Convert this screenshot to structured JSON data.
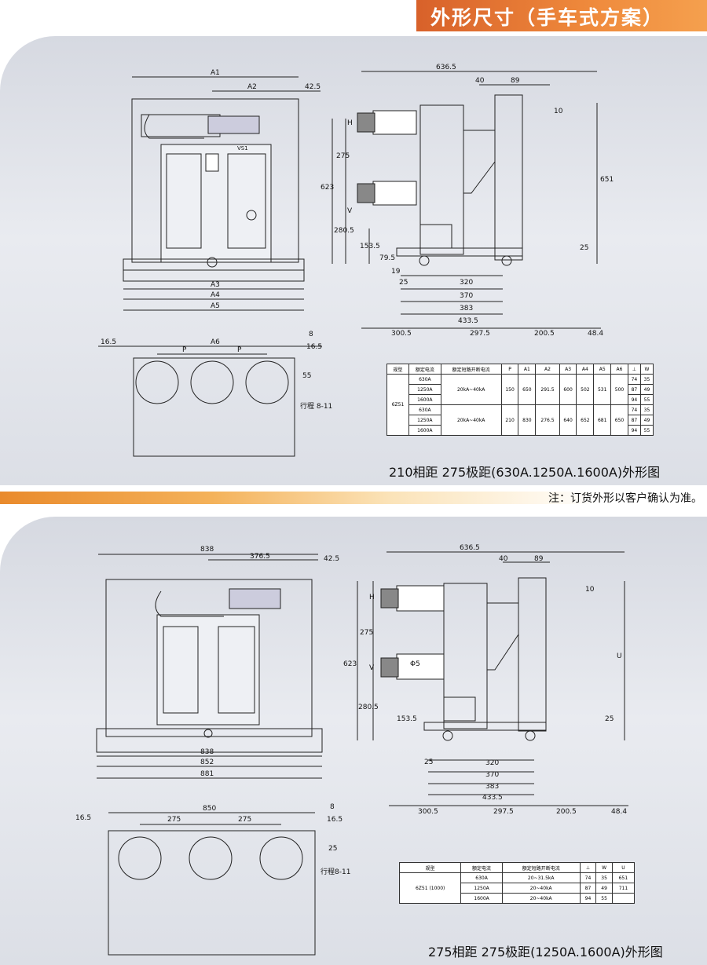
{
  "header": {
    "title": "外形尺寸（手车式方案）"
  },
  "note": "注：订货外形以客户确认为准。",
  "section1": {
    "caption": "210相距 275极距(630A.1250A.1600A)外形图",
    "front": {
      "A1": "A1",
      "A2": "A2",
      "d42": "42.5",
      "A3": "A3",
      "A4": "A4",
      "A5": "A5",
      "brand": "VS1"
    },
    "top": {
      "A6": "A6",
      "P1": "P",
      "P2": "P",
      "d16a": "16.5",
      "d16b": "16.5",
      "d8": "8",
      "d55": "55",
      "note": "行程 8-11"
    },
    "side": {
      "w636": "636.5",
      "d40": "40",
      "d89": "89",
      "d10": "10",
      "d275": "275",
      "d623": "623",
      "d651": "651",
      "d280": "280.5",
      "d153": "153.5",
      "d79": "79.5",
      "d19": "19",
      "d25a": "25",
      "d25b": "25",
      "d320": "320",
      "d370": "370",
      "d383": "383",
      "d433": "433.5",
      "d300": "300.5",
      "d297": "297.5",
      "d200": "200.5",
      "d48": "48.4",
      "H": "H",
      "V": "V"
    },
    "table": {
      "headers": [
        "规型",
        "额定电流",
        "额定短路开断电流",
        "P",
        "A1",
        "A2",
        "A3",
        "A4",
        "A5",
        "A6",
        "⊥",
        "W"
      ],
      "model": "6Z51",
      "rows": [
        [
          "630A",
          "",
          "",
          "",
          "",
          "",
          "",
          "",
          "",
          "74",
          "35"
        ],
        [
          "1250A",
          "20kA~40kA",
          "150",
          "650",
          "291.5",
          "600",
          "502",
          "531",
          "500",
          "87",
          "49"
        ],
        [
          "1600A",
          "",
          "",
          "",
          "",
          "",
          "",
          "",
          "",
          "94",
          "55"
        ],
        [
          "630A",
          "",
          "",
          "",
          "",
          "",
          "",
          "",
          "",
          "74",
          "35"
        ],
        [
          "1250A",
          "20kA~40kA",
          "210",
          "830",
          "276.5",
          "640",
          "652",
          "681",
          "650",
          "87",
          "49"
        ],
        [
          "1600A",
          "",
          "",
          "",
          "",
          "",
          "",
          "",
          "",
          "94",
          "55"
        ]
      ]
    }
  },
  "section2": {
    "caption": "275相距 275极距(1250A.1600A)外形图",
    "front": {
      "w838": "838",
      "d376": "376.5",
      "d42": "42.5",
      "b838": "838",
      "b852": "852",
      "b881": "881"
    },
    "top": {
      "w850": "850",
      "p275a": "275",
      "p275b": "275",
      "d16a": "16.5",
      "d16b": "16.5",
      "d8": "8",
      "d25": "25",
      "note": "行程8-11"
    },
    "side": {
      "w636": "636.5",
      "d40": "40",
      "d89": "89",
      "d10": "10",
      "d275": "275",
      "d623": "623",
      "U": "U",
      "d280": "280.5",
      "d153": "153.5",
      "d25a": "25",
      "d25b": "25",
      "d320": "320",
      "d370": "370",
      "d383": "383",
      "d433": "433.5",
      "d300": "300.5",
      "d297": "297.5",
      "d200": "200.5",
      "d48": "48.4",
      "H": "H",
      "V": "V",
      "phi": "Φ5"
    },
    "table": {
      "headers": [
        "规型",
        "额定电流",
        "额定短路开断电流",
        "⊥",
        "W",
        "U"
      ],
      "model": "6Z51 (1000)",
      "rows": [
        [
          "630A",
          "20~31.5kA",
          "74",
          "35",
          "651"
        ],
        [
          "1250A",
          "20~40kA",
          "87",
          "49",
          "711"
        ],
        [
          "1600A",
          "20~40kA",
          "94",
          "55",
          ""
        ]
      ]
    }
  }
}
